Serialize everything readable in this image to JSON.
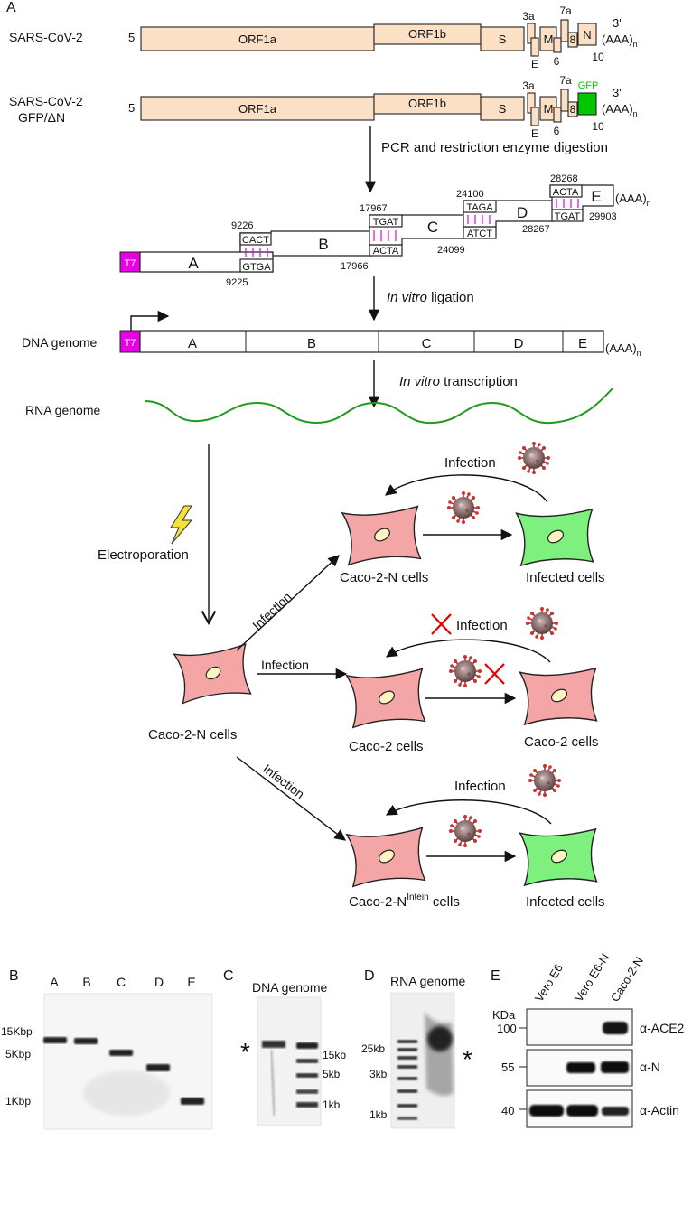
{
  "panel_labels": {
    "a": "A",
    "b": "B",
    "c": "C",
    "d": "D",
    "e": "E"
  },
  "genome1": {
    "name": "SARS-CoV-2",
    "five": "5'",
    "three": "3'",
    "polyA": "(AAA)",
    "polyA_sub": "n",
    "orf1a": "ORF1a",
    "orf1b": "ORF1b",
    "s": "S",
    "m": "M",
    "n": "N",
    "g3a": "3a",
    "e": "E",
    "g6": "6",
    "g7a": "7a",
    "g8": "8",
    "g10": "10"
  },
  "genome2": {
    "name_line1": "SARS-CoV-2",
    "name_line2": "GFP/ΔN",
    "five": "5'",
    "three": "3'",
    "polyA": "(AAA)",
    "polyA_sub": "n",
    "orf1a": "ORF1a",
    "orf1b": "ORF1b",
    "s": "S",
    "m": "M",
    "gfp": "GFP",
    "g3a": "3a",
    "e": "E",
    "g6": "6",
    "g7a": "7a",
    "g8": "8",
    "g10": "10",
    "gfp_color": "#00c800"
  },
  "steps": {
    "pcr": "PCR and restriction enzyme digestion",
    "ligation_italic": "In vitro",
    "ligation_rest": " ligation",
    "transcription_italic": "In vitro",
    "transcription_rest": " transcription",
    "electroporation": "Electroporation"
  },
  "fragments": {
    "t7": "T7",
    "a": "A",
    "b": "B",
    "c": "C",
    "d": "D",
    "e": "E",
    "ab_top": "CACT",
    "ab_bot": "GTGA",
    "ab_num_top": "9226",
    "ab_num_bot": "9225",
    "bc_top": "TGAT",
    "bc_bot": "ACTA",
    "bc_num_top": "17967",
    "bc_num_bot": "17966",
    "cd_top": "TAGA",
    "cd_bot": "ATCT",
    "cd_num_top": "24100",
    "cd_num_bot": "24099",
    "de_top": "ACTA",
    "de_bot": "TGAT",
    "de_num_top": "28268",
    "de_num_bot": "28267",
    "end_num": "29903",
    "polyA": "(AAA)",
    "polyA_sub": "n",
    "t7_color": "#e600e6",
    "tick_color": "#e600e6"
  },
  "dna_genome": {
    "label": "DNA genome",
    "t7": "T7",
    "a": "A",
    "b": "B",
    "c": "C",
    "d": "D",
    "e": "E",
    "polyA": "(AAA)",
    "polyA_sub": "n"
  },
  "rna_genome": {
    "label": "RNA genome",
    "wave_color": "#1f9a1f"
  },
  "cells": {
    "infection": "Infection",
    "caco2n": "Caco-2-N cells",
    "caco2": "Caco-2 cells",
    "infected": "Infected cells",
    "intein_pre": "Caco-2-N",
    "intein_sup": "Intein",
    "intein_post": " cells",
    "pink": "#f4a6a6",
    "green": "#7ef07e"
  },
  "gel_b": {
    "lanes": [
      "A",
      "B",
      "C",
      "D",
      "E"
    ],
    "markers": [
      "15Kbp",
      "5Kbp",
      "1Kbp"
    ]
  },
  "gel_c": {
    "title": "DNA genome",
    "star": "*",
    "markers": [
      "15kb",
      "5kb",
      "1kb"
    ]
  },
  "gel_d": {
    "title": "RNA genome",
    "star": "*",
    "markers": [
      "25kb",
      "3kb",
      "1kb"
    ]
  },
  "blot_e": {
    "lanes": [
      "Vero E6",
      "Vero E6-N",
      "Caco-2-N"
    ],
    "kda": "KDa",
    "rows": [
      {
        "mw": "100",
        "label": "α-ACE2"
      },
      {
        "mw": "55",
        "label": "α-N"
      },
      {
        "mw": "40",
        "label": "α-Actin"
      }
    ]
  }
}
